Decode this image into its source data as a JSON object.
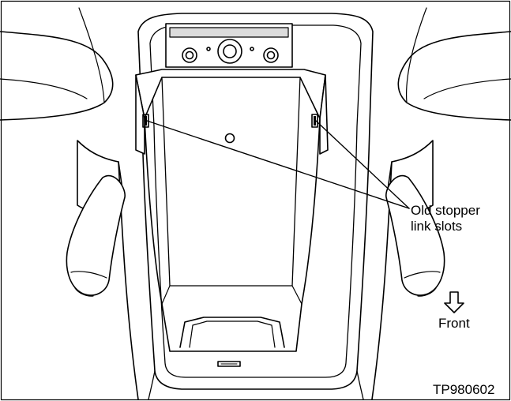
{
  "diagram": {
    "callout": {
      "line1": "Old stopper",
      "line2": "link slots"
    },
    "direction_label": "Front",
    "figure_code": "TP980602",
    "icons": {
      "direction": "arrow-down-icon"
    },
    "colors": {
      "line": "#000000",
      "background": "#ffffff",
      "shade": "#dcdcdc"
    }
  }
}
